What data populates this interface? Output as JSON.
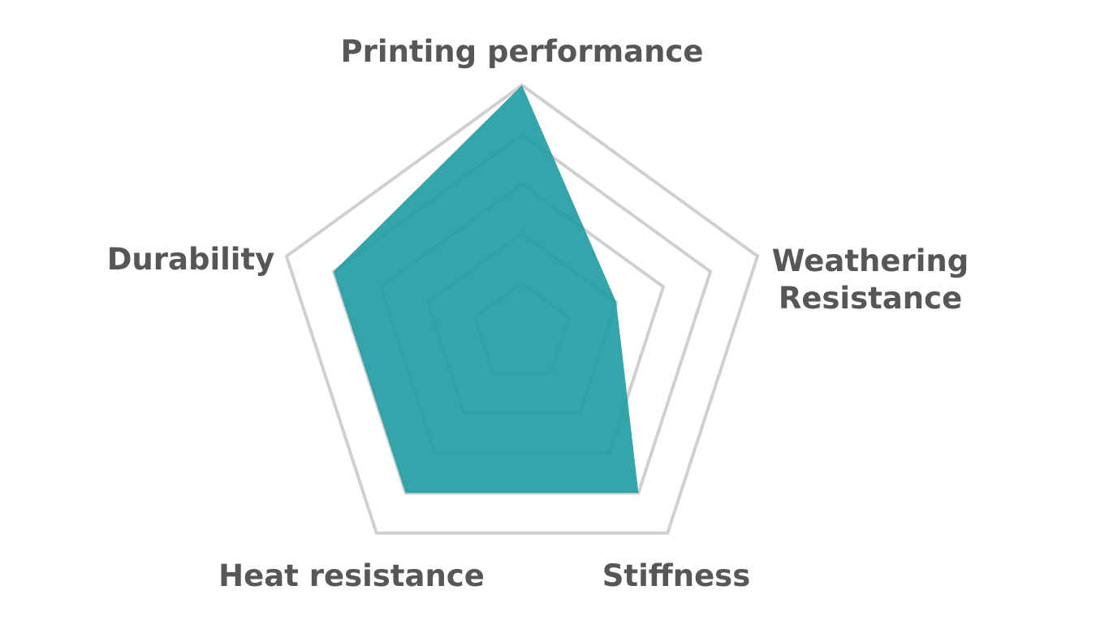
{
  "chart_data": {
    "type": "radar",
    "categories": [
      "Printing performance",
      "Weathering Resistance",
      "Stiffness",
      "Heat resistance",
      "Durability"
    ],
    "series": [
      {
        "values": [
          5,
          2,
          4,
          4,
          4
        ]
      }
    ],
    "rlim": [
      0,
      5
    ],
    "rings": [
      1,
      2,
      3,
      4,
      5
    ],
    "colors": {
      "fill": "#1b9aa0",
      "grid": "#d0d0d0",
      "label": "#575757"
    }
  }
}
